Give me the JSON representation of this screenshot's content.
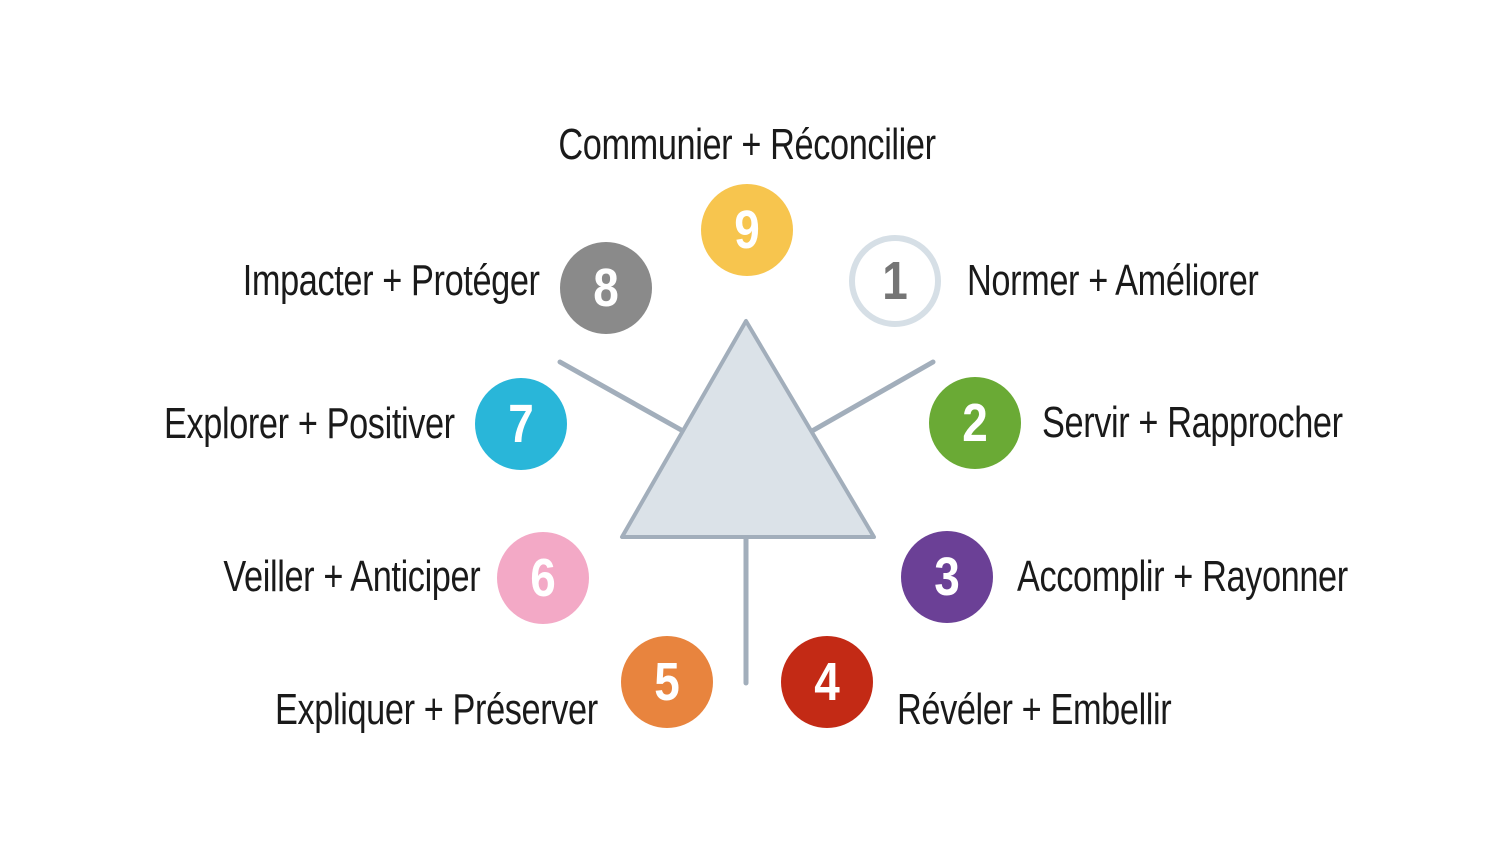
{
  "canvas": {
    "background": "#ffffff"
  },
  "diagram": {
    "center_shape": "triangle",
    "triangle": {
      "fill": "#dbe2e8",
      "stroke": "#a2aebb"
    },
    "connector_color": "#a2aebb",
    "text_color": "#1a1a1a",
    "items": [
      {
        "number": "1",
        "label": "Normer + Améliorer",
        "fill": "#ffffff",
        "ring": "#d6dfe6",
        "number_color": "#757575"
      },
      {
        "number": "2",
        "label": "Servir + Rapprocher",
        "fill": "#6aaa35",
        "number_color": "#ffffff"
      },
      {
        "number": "3",
        "label": "Accomplir + Rayonner",
        "fill": "#6b4096",
        "number_color": "#ffffff"
      },
      {
        "number": "4",
        "label": "Révéler + Embellir",
        "fill": "#c32a15",
        "number_color": "#ffffff"
      },
      {
        "number": "5",
        "label": "Expliquer + Préserver",
        "fill": "#e8843e",
        "number_color": "#ffffff"
      },
      {
        "number": "6",
        "label": "Veiller + Anticiper",
        "fill": "#f3a9c6",
        "number_color": "#ffffff"
      },
      {
        "number": "7",
        "label": "Explorer + Positiver",
        "fill": "#29b6d9",
        "number_color": "#ffffff"
      },
      {
        "number": "8",
        "label": "Impacter + Protéger",
        "fill": "#8a8a8a",
        "number_color": "#ffffff"
      },
      {
        "number": "9",
        "label": "Communier + Réconcilier",
        "fill": "#f7c54e",
        "number_color": "#ffffff"
      }
    ]
  }
}
